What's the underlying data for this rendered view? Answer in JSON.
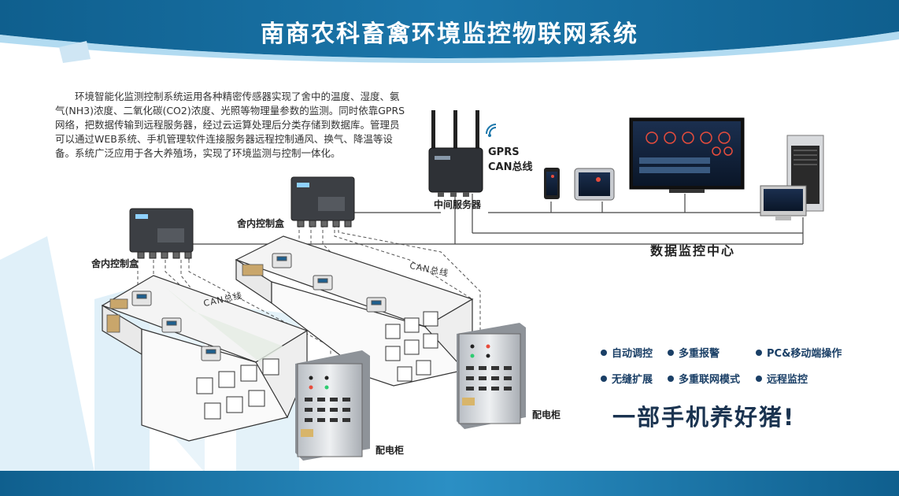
{
  "header": {
    "title": "南商农科畜禽环境监控物联网系统"
  },
  "intro": {
    "text": "环境智能化监测控制系统运用各种精密传感器实现了舍中的温度、湿度、氨气(NH3)浓度、二氧化碳(CO2)浓度、光照等物理量参数的监测。同时依靠GPRS网络，把数据传输到远程服务器，经过云运算处理后分类存储到数据库。管理员可以通过WEB系统、手机管理软件连接服务器远程控制通风、换气、降温等设备。系统广泛应用于各大养殖场，实现了环境监测与控制一体化。"
  },
  "labels": {
    "gateway_line1": "GPRS",
    "gateway_line2": "CAN总线",
    "server": "中间服务器",
    "monitor_center": "数据监控中心",
    "box_left": "舍内控制盒",
    "box_right": "舍内控制盒",
    "can_bus_1": "CAN总线",
    "can_bus_2": "CAN总线",
    "cabinet_left": "配电柜",
    "cabinet_right": "配电柜"
  },
  "features": [
    "自动调控",
    "多重报警",
    "PC&移动端操作",
    "无缝扩展",
    "多重联网模式",
    "远程监控"
  ],
  "slogan": "一部手机养好猪!",
  "colors": {
    "header_blue": "#0f5f8e",
    "accent_blue": "#2b8fc4",
    "feature_text": "#1a3f66"
  }
}
